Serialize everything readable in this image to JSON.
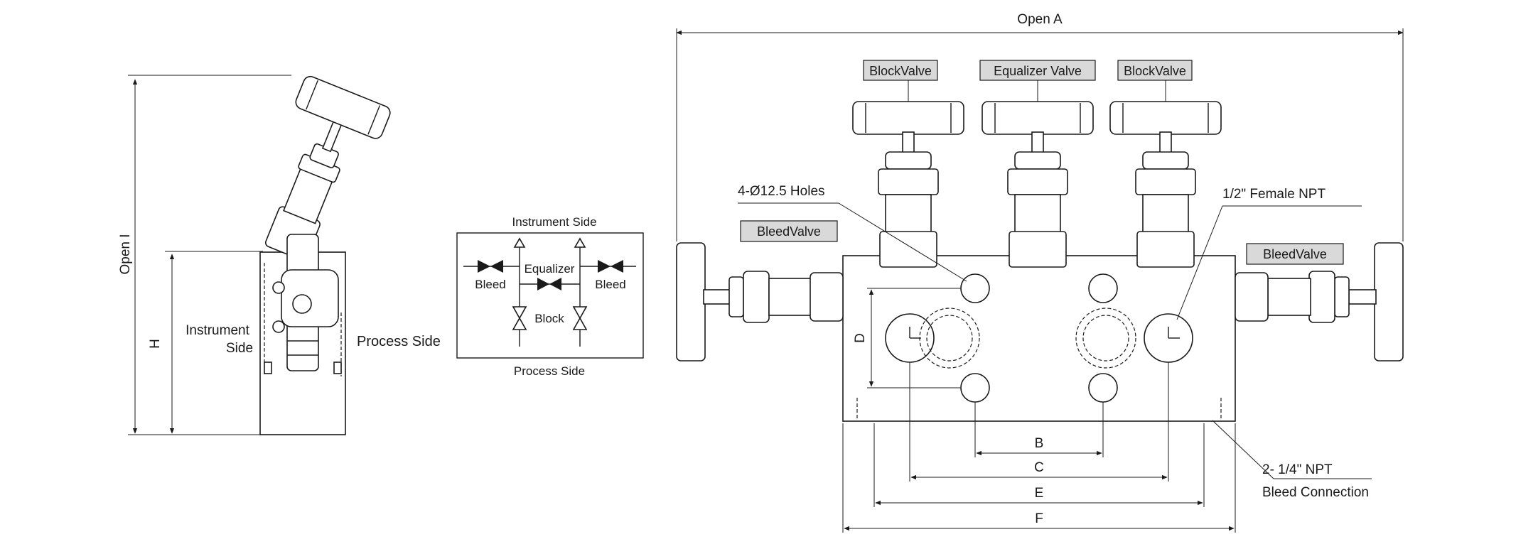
{
  "side_view": {
    "open_label": "Open I",
    "height_label": "H",
    "instrument_side": [
      "Instrument",
      "Side"
    ],
    "process_side": "Process Side"
  },
  "schematic": {
    "instrument_side": "Instrument Side",
    "process_side": "Process Side",
    "equalizer": "Equalizer",
    "bleed_left": "Bleed",
    "bleed_right": "Bleed",
    "block": "Block"
  },
  "front_view": {
    "open_label": "Open A",
    "block_valve_left": "BlockValve",
    "equalizer_valve": "Equalizer Valve",
    "block_valve_right": "BlockValve",
    "bleed_valve_left": "BleedValve",
    "bleed_valve_right": "BleedValve",
    "holes_label": "4-Ø12.5 Holes",
    "npt_label": "1/2\" Female NPT",
    "bleed_conn_line1": "2- 1/4\" NPT",
    "bleed_conn_line2": "Bleed Connection",
    "dim_b": "B",
    "dim_c": "C",
    "dim_d": "D",
    "dim_e": "E",
    "dim_f": "F"
  }
}
